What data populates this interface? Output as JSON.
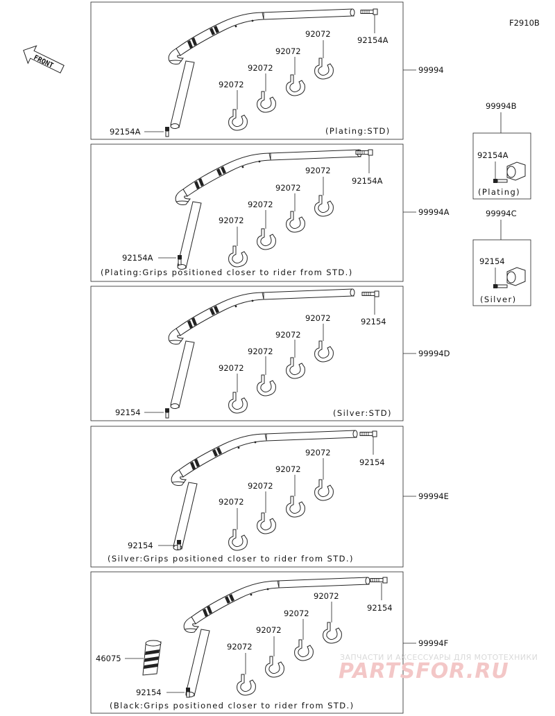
{
  "figure_code": "F2910B",
  "front_label": "FRONT",
  "panels": [
    {
      "assembly": "99994",
      "caption": "(Plating:STD)",
      "bolt_top": "92154A",
      "bolt_bottom": "92154A",
      "clamps": [
        "92072",
        "92072",
        "92072",
        "92072"
      ]
    },
    {
      "assembly": "99994A",
      "caption": "(Plating:Grips positioned closer to rider from STD.)",
      "bolt_top": "92154A",
      "bolt_bottom": "92154A",
      "clamps": [
        "92072",
        "92072",
        "92072",
        "92072"
      ]
    },
    {
      "assembly": "99994D",
      "caption": "(Silver:STD)",
      "bolt_top": "92154",
      "bolt_bottom": "92154",
      "clamps": [
        "92072",
        "92072",
        "92072",
        "92072"
      ]
    },
    {
      "assembly": "99994E",
      "caption": "(Silver:Grips positioned closer to rider from STD.)",
      "bolt_top": "92154",
      "bolt_bottom": "92154",
      "clamps": [
        "92072",
        "92072",
        "92072",
        "92072"
      ]
    },
    {
      "assembly": "99994F",
      "caption": "(Black:Grips positioned closer to rider from STD.)",
      "bolt_top": "92154",
      "bolt_bottom": "92154",
      "grip": "46075",
      "clamps": [
        "92072",
        "92072",
        "92072",
        "92072"
      ]
    }
  ],
  "side_kits": [
    {
      "assembly": "99994B",
      "bolt": "92154A",
      "caption": "(Plating)"
    },
    {
      "assembly": "99994C",
      "bolt": "92154",
      "caption": "(Silver)"
    }
  ],
  "watermark": {
    "line1": "ЗАПЧАСТИ И АКСЕССУАРЫ ДЛЯ МОТОТЕХНИКИ",
    "line2": "PARTSFOR.RU"
  }
}
